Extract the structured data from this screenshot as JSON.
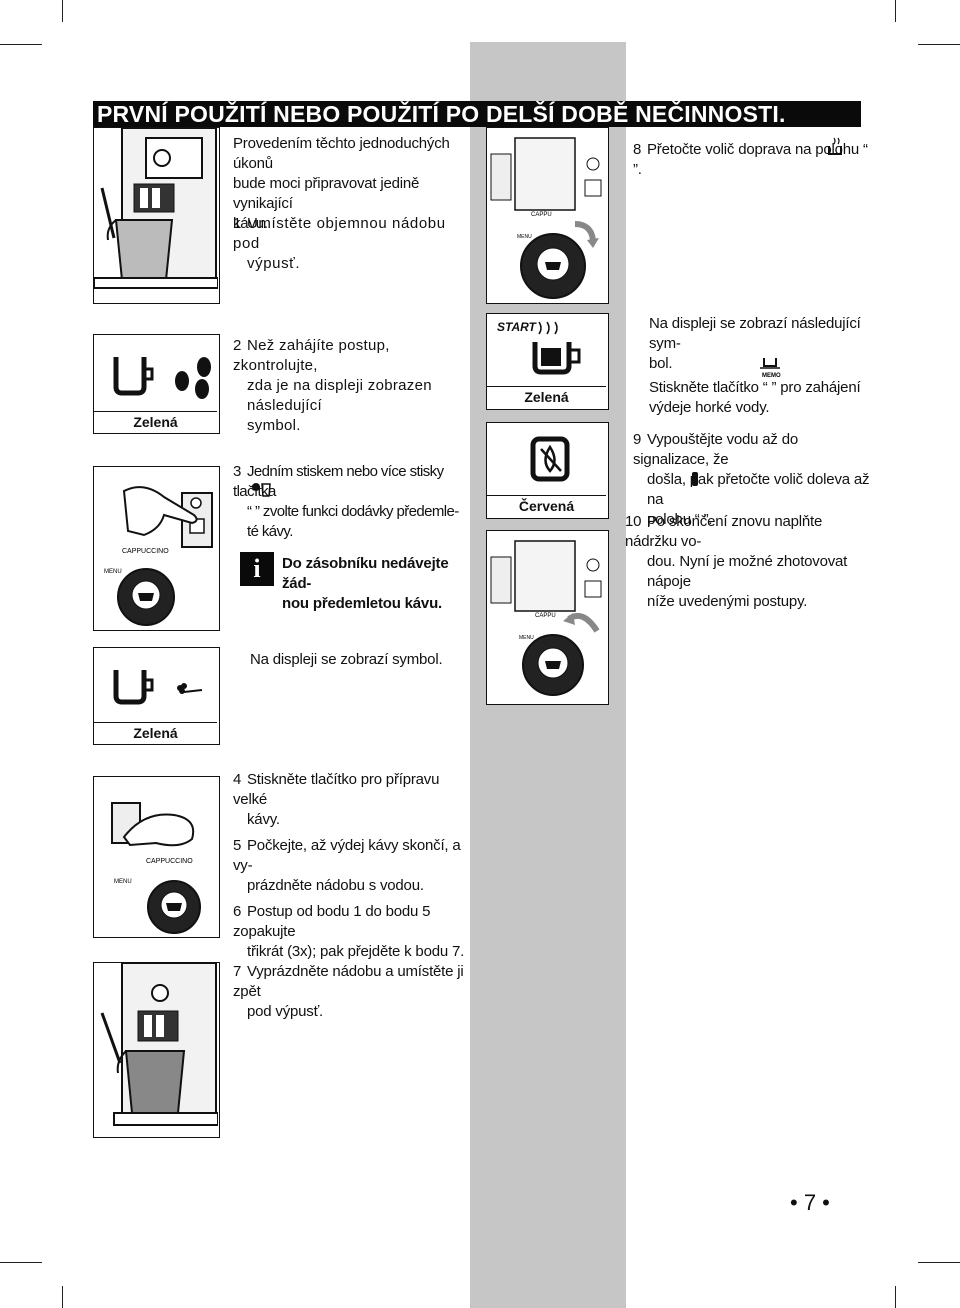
{
  "title": "PRVNÍ POUŽITÍ NEBO POUŽITÍ PO DELŠÍ DOBĚ NEČINNOSTI.",
  "intro": [
    "Provedením těchto jednoduchých úkonů",
    "bude moci připravovat jedině vynikající",
    "kávu."
  ],
  "steps": {
    "s1": {
      "num": "1",
      "lines": [
        "Umístěte objemnou nádobu pod",
        "výpusť."
      ]
    },
    "s2": {
      "num": "2",
      "lines": [
        "Než zahájíte postup, zkontrolujte,",
        "zda je na displeji zobrazen následující",
        "symbol."
      ]
    },
    "s3": {
      "num": "3",
      "lines": [
        "Jedním stiskem nebo více stisky tlačítka",
        "“      ” zvolte funkci dodávky předemle-",
        "té kávy."
      ]
    },
    "note": [
      "Do zásobníku nedávejte žád-",
      "nou předemletou kávu."
    ],
    "display_note": "Na displeji se zobrazí symbol.",
    "s4": {
      "num": "4",
      "lines": [
        "Stiskněte tlačítko pro přípravu velké",
        "kávy."
      ]
    },
    "s5": {
      "num": "5",
      "lines": [
        "Počkejte, až výdej kávy skončí, a vy-",
        "prázdněte nádobu s vodou."
      ]
    },
    "s6": {
      "num": "6",
      "lines": [
        "Postup od bodu 1 do bodu 5 zopakujte",
        "třikrát (3x); pak přejděte k bodu 7."
      ]
    },
    "s7": {
      "num": "7",
      "lines": [
        "Vyprázdněte nádobu a umístěte ji zpět",
        "pod výpusť."
      ]
    },
    "s8": {
      "num": "8",
      "text": "Přetočte volič doprava na polohu “    ”."
    },
    "s8b": [
      "Na displeji se zobrazí následující sym-",
      "bol.",
      "Stiskněte tlačítko “      ” pro zahájení",
      "výdeje horké vody."
    ],
    "s9": {
      "num": "9",
      "lines": [
        "Vypouštějte vodu až do signalizace, že",
        "došla, pak přetočte volič doleva až na",
        "polohu “  ”."
      ]
    },
    "s10": {
      "num": "10",
      "lines": [
        "Po skončení znovu naplňte nádržku vo-",
        "dou. Nyní je možné zhotovovat nápoje",
        "níže uvedenými postupy."
      ]
    }
  },
  "labels": {
    "green": "Zelená",
    "red": "Červená",
    "start": "START",
    "cappuccino": "CAPPUCCINO",
    "cappu": "CAPPU",
    "menu": "MENU",
    "memo": "MEMO",
    "info_icon": "i"
  },
  "page_number": "• 7 •",
  "colors": {
    "gray_column": "#c6c6c6",
    "title_bg": "#0a0a0a"
  }
}
